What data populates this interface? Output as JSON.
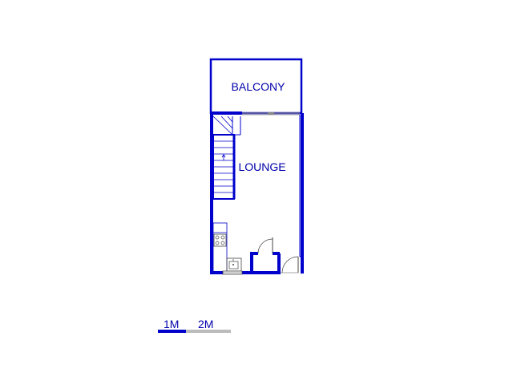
{
  "rooms": {
    "balcony": "BALCONY",
    "lounge": "LOUNGE"
  },
  "scale": {
    "label_1": "1M",
    "label_2": "2M"
  },
  "colors": {
    "wall": "#0000cc",
    "text": "#0000aa",
    "fixture": "#444444",
    "scale_gray": "#bbbbbb"
  }
}
